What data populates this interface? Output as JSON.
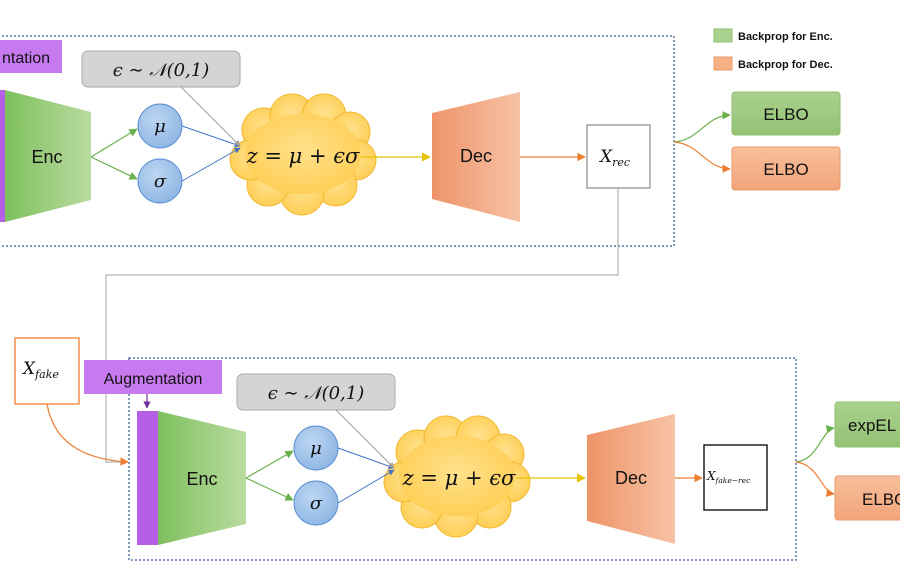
{
  "colors": {
    "encoder_fill": "#8fc46e",
    "decoder_fill": "#f0a482",
    "latent_fill": "#9dc1ea",
    "cloud_fill": "#ffd566",
    "augmentation_fill": "#c77aef",
    "noise_fill": "#d4d4d4",
    "enc_backprop": "#6ab04c",
    "dec_backprop": "#ed7d31",
    "elbo_green": "#a9d18e",
    "elbo_orange": "#f4b183",
    "dotted_border": "#2e5597"
  },
  "legend": [
    {
      "label": "Backprop for Enc.",
      "color": "#a9d18e"
    },
    {
      "label": "Backprop for Dec.",
      "color": "#f4b183"
    }
  ],
  "top_branch": {
    "augmentation_label": "ntation",
    "noise_label": "ϵ ∼ 𝒩(0,1)",
    "encoder_label": "Enc",
    "mu_label": "μ",
    "sigma_label": "σ",
    "latent_label": "z = μ + ϵσ",
    "decoder_label": "Dec",
    "output_label": "X",
    "output_subscript": "rec",
    "elbo_enc_label": "ELBO",
    "elbo_dec_label": "ELBO"
  },
  "bottom_branch": {
    "input_label": "X",
    "input_subscript": "fake",
    "augmentation_label": "Augmentation",
    "noise_label": "ϵ ∼ 𝒩(0,1)",
    "encoder_label": "Enc",
    "mu_label": "μ",
    "sigma_label": "σ",
    "latent_label": "z = μ + ϵσ",
    "decoder_label": "Dec",
    "output_label": "X",
    "output_subscript": "fake−rec",
    "elbo_enc_label": "expEL",
    "elbo_dec_label": "ELBO"
  }
}
